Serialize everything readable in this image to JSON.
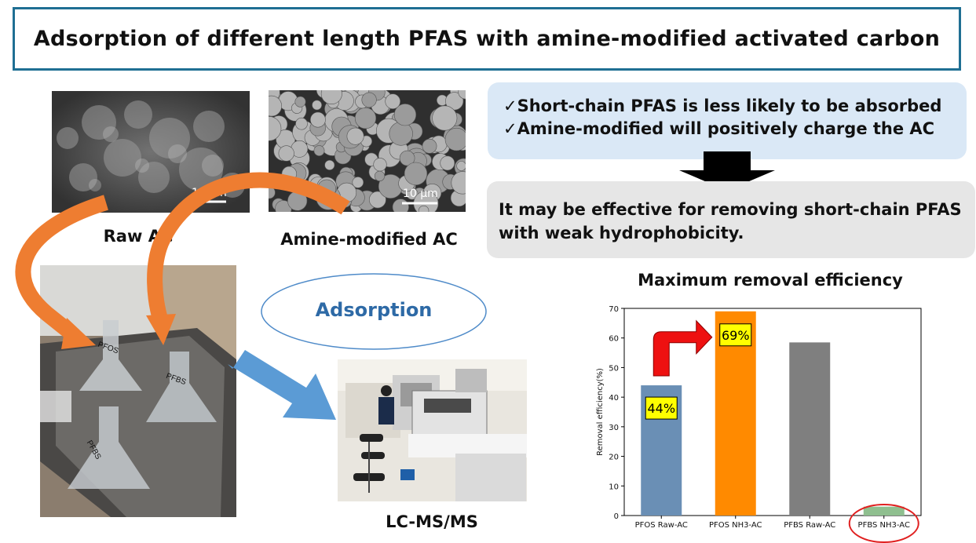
{
  "title": "Adsorption of different length PFAS with amine-modified activated carbon",
  "sem": {
    "raw": {
      "scale": "10 μm",
      "caption": "Raw AC"
    },
    "amine": {
      "scale": "10 μm",
      "caption": "Amine-modified AC"
    }
  },
  "flask_labels": [
    "PFOS",
    "PFBS",
    "PFBS"
  ],
  "process": {
    "adsorption": "Adsorption",
    "instrument_caption": "LC-MS/MS"
  },
  "findings": {
    "points": [
      "✓Short-chain PFAS is less likely to be absorbed",
      "✓Amine-modified will positively charge the AC"
    ],
    "conclusion": [
      "It may be effective for removing short-chain PFAS",
      "with weak hydrophobicity."
    ]
  },
  "chart_data": {
    "type": "bar",
    "title": "Maximum removal efficiency",
    "categories": [
      "PFOS Raw-AC",
      "PFOS NH3-AC",
      "PFBS Raw-AC",
      "PFBS NH3-AC"
    ],
    "values": [
      44,
      69,
      58.5,
      3
    ],
    "colors": [
      "#6a8fb5",
      "#ff8a00",
      "#7f7f7f",
      "#8fbf8f"
    ],
    "ylabel": "Removal efficiency(%)",
    "xlabel": "",
    "ylim": [
      0,
      70
    ],
    "yticks": [
      0,
      10,
      20,
      30,
      40,
      50,
      60,
      70
    ],
    "annotations": [
      {
        "text": "44%",
        "category": "PFOS Raw-AC"
      },
      {
        "text": "69%",
        "category": "PFOS NH3-AC"
      }
    ],
    "highlight": "PFBS NH3-AC",
    "grid": false
  }
}
